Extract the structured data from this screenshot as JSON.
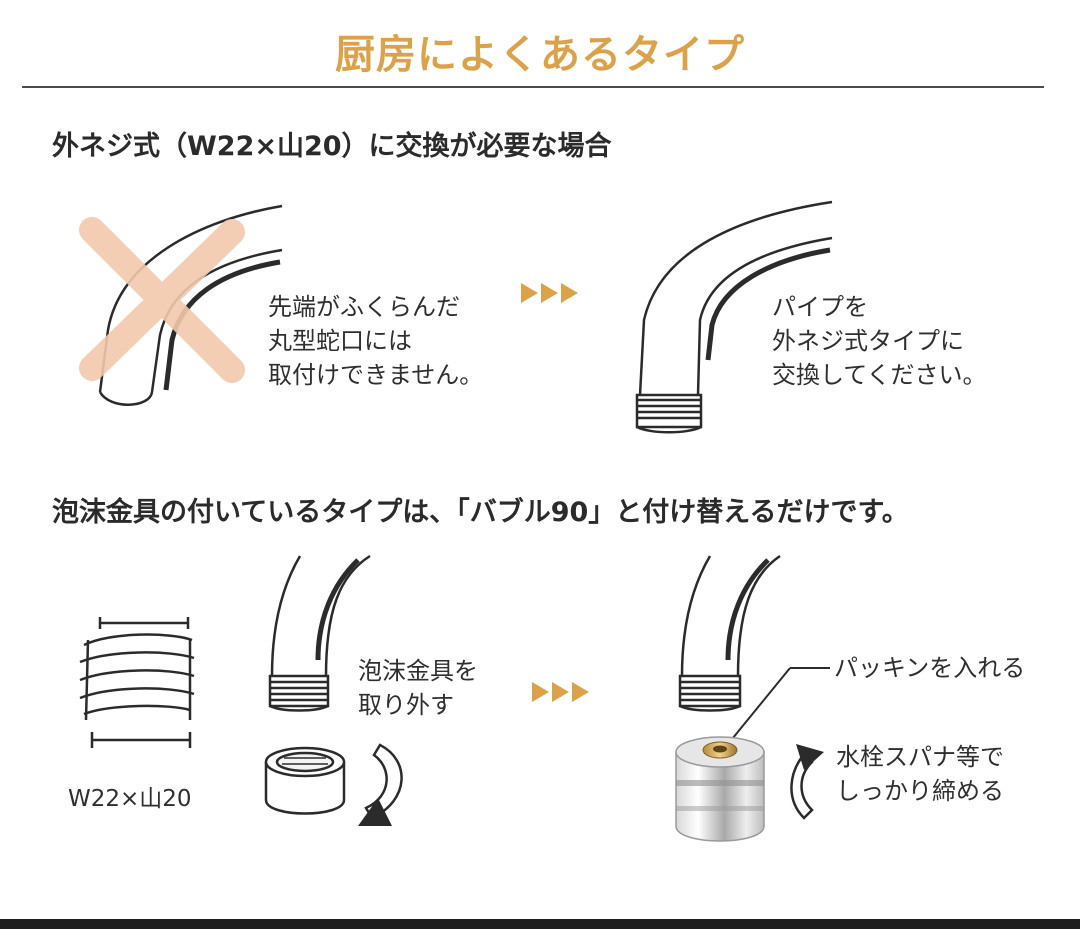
{
  "page": {
    "title": "厨房によくあるタイプ",
    "accent_color": "#dba24a",
    "cross_color": "#f2c9ad"
  },
  "section1": {
    "heading": "外ネジ式（W22×山20）に交換が必要な場合",
    "caption_left": [
      "先端がふくらんだ",
      "丸型蛇口には",
      "取付けできません。"
    ],
    "caption_right": [
      "パイプを",
      "外ネジ式タイプに",
      "交換してください。"
    ],
    "arrow_icon": "triple-arrow-icon"
  },
  "section2": {
    "heading": "泡沫金具の付いているタイプは、「バブル90」と付け替えるだけです。",
    "thread_label": "W22×山20",
    "remove_caption": [
      "泡沫金具を",
      "取り外す"
    ],
    "packing_label": "パッキンを入れる",
    "tighten_caption": [
      "水栓スパナ等で",
      "しっかり締める"
    ]
  }
}
